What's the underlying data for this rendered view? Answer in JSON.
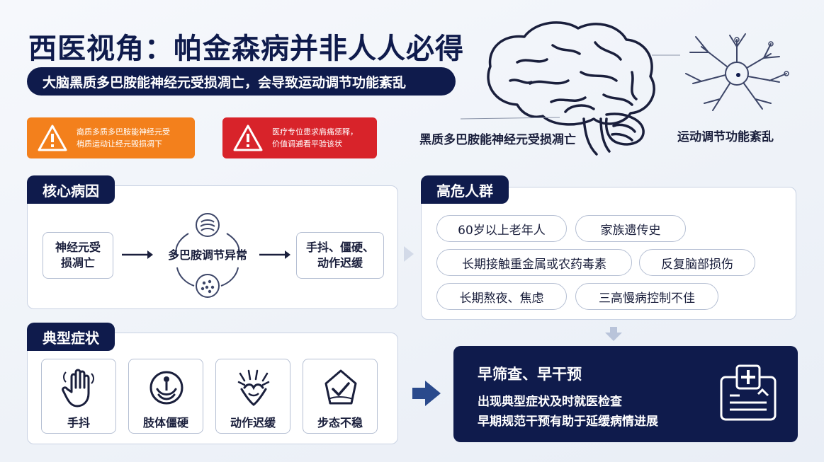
{
  "header": {
    "title": "西医视角：帕金森病并非人人必得",
    "subtitle": "大脑黑质多巴胺能神经元受损凋亡，会导致运动调节功能紊乱"
  },
  "warnings": [
    {
      "line1": "裔质多质多巴胺能神经元受",
      "line2": "梢质运动让经元毁损凋下",
      "color": "#f3801c"
    },
    {
      "line1": "医疗专位患求肩痛惩释，",
      "line2": "价值调逋看平验该状",
      "color": "#d8232a"
    }
  ],
  "illustration": {
    "brain_caption": "黑质多巴胺能神经元受损凋亡",
    "neuron_caption": "运动调节功能紊乱"
  },
  "cause": {
    "title": "核心病因",
    "node1_line1": "神经元受",
    "node1_line2": "损凋亡",
    "center": "多巴胺调节异常",
    "node3_line1": "手抖、僵硬、",
    "node3_line2": "动作迟缓"
  },
  "risk": {
    "title": "高危人群",
    "items": [
      "60岁以上老年人",
      "家族遗传史",
      "长期接触重金属或农药毒素",
      "反复脑部损伤",
      "长期熬夜、焦虑",
      "三高慢病控制不佳"
    ]
  },
  "symptoms": {
    "title": "典型症状",
    "items": [
      {
        "label": "手抖",
        "icon": "hand-icon"
      },
      {
        "label": "肢体僵硬",
        "icon": "stiffness-icon"
      },
      {
        "label": "动作迟缓",
        "icon": "slow-motion-icon"
      },
      {
        "label": "步态不稳",
        "icon": "gait-icon"
      }
    ]
  },
  "screening": {
    "title": "早筛查、早干预",
    "line1": "出现典型症状及时就医检查",
    "line2": "早期规范干预有助于延缓病情进展"
  },
  "colors": {
    "navy": "#0f1b4c",
    "orange": "#f3801c",
    "red": "#d8232a"
  }
}
